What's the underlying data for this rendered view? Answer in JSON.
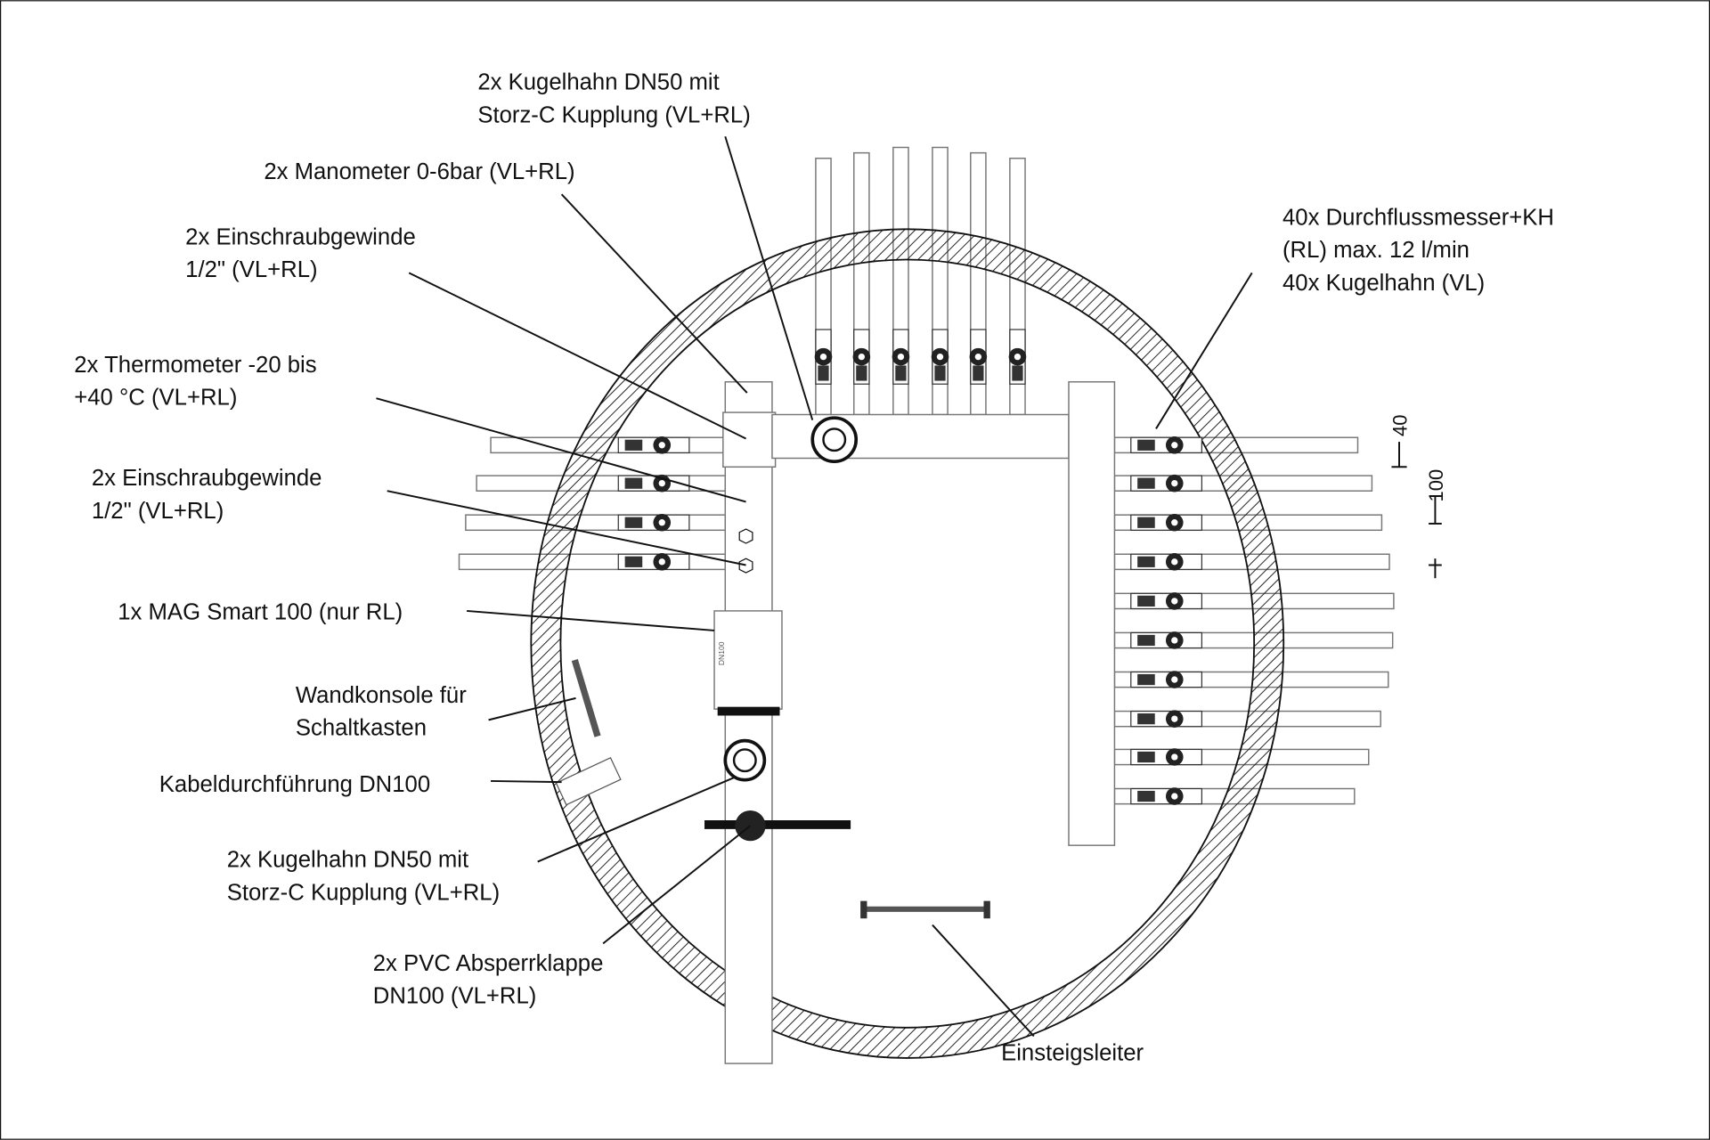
{
  "labels": {
    "kugelhahn_top": [
      "2x Kugelhahn DN50 mit",
      "Storz-C Kupplung (VL+RL)"
    ],
    "manometer": [
      "2x Manometer 0-6bar (VL+RL)"
    ],
    "einschraub1": [
      "2x Einschraubgewinde",
      "1/2\" (VL+RL)"
    ],
    "thermometer": [
      "2x Thermometer -20 bis",
      "+40 °C (VL+RL)"
    ],
    "einschraub2": [
      "2x Einschraubgewinde",
      "1/2\" (VL+RL)"
    ],
    "mag": [
      "1x MAG Smart 100 (nur RL)"
    ],
    "wandkonsole": [
      "Wandkonsole für",
      "Schaltkasten"
    ],
    "kabel": [
      "Kabeldurchführung DN100"
    ],
    "kugelhahn_bottom": [
      "2x Kugelhahn DN50 mit",
      "Storz-C Kupplung (VL+RL)"
    ],
    "absperrklappe": [
      "2x PVC Absperrklappe",
      "DN100 (VL+RL)"
    ],
    "leiter": [
      "Einsteigsleiter"
    ],
    "durchfluss": [
      "40x Durchflussmesser+KH",
      "(RL)  max. 12 l/min",
      "40x Kugelhahn (VL)"
    ]
  },
  "mag_text": "DN100",
  "dimensions": {
    "d1": "40",
    "d2": "100"
  },
  "colors": {
    "line": "#111111",
    "pipe": "#777777",
    "hatch": "#222222"
  }
}
